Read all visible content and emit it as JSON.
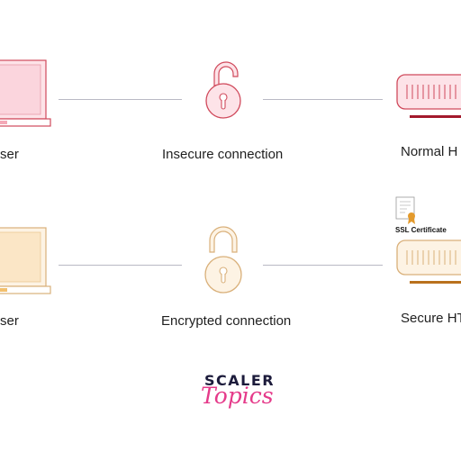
{
  "rows": {
    "insecure": {
      "browser_label": "ser",
      "connection_label": "Insecure connection",
      "server_label": "Normal H"
    },
    "secure": {
      "browser_label": "ser",
      "connection_label": "Encrypted connection",
      "server_label": "Secure HT",
      "certificate_label": "SSL Certificate"
    }
  },
  "brand": {
    "name_top": "SCALER",
    "name_bottom": "Topics"
  },
  "colors": {
    "insecure_stroke": "#d04a5c",
    "insecure_fill": "#fde3e8",
    "insecure_accent": "#a3192c",
    "secure_stroke": "#d9b07a",
    "secure_fill": "#fdf3e4",
    "secure_accent": "#b9711d",
    "connector": "#b9b9c4",
    "brand_dark": "#1c1b3b",
    "brand_pink": "#e53a8a"
  }
}
